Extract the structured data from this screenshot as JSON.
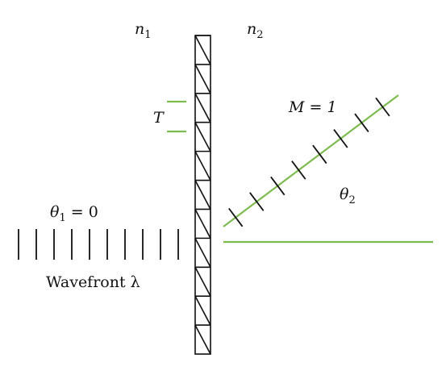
{
  "labels": {
    "n1": "n",
    "n1_sub": "1",
    "n2": "n",
    "n2_sub": "2",
    "period": "T",
    "order": "M = 1",
    "theta2": "θ",
    "theta2_sub": "2",
    "theta1": "θ",
    "theta1_sub": "1",
    "theta1_value": " = 0",
    "wavefront": "Wavefront λ"
  },
  "colors": {
    "accent_green": "#7dbb4f",
    "ink": "#111111"
  }
}
